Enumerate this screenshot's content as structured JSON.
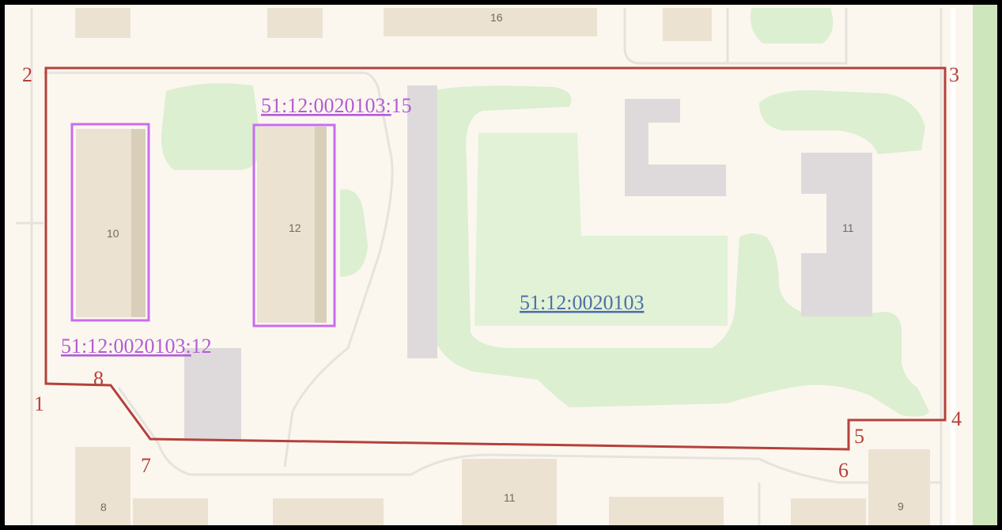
{
  "parcel_labels": {
    "quarter": "51:12:0020103",
    "parcel_15": "51:12:0020103:15",
    "parcel_12": "51:12:0020103:12"
  },
  "parcel_labels_underlined": {
    "parcel_15": "51:12:0020103:",
    "parcel_12": "51:12:0020103:"
  },
  "parcel_labels_suffix": {
    "parcel_15": "15",
    "parcel_12": "12"
  },
  "vertices": [
    "1",
    "2",
    "3",
    "4",
    "5",
    "6",
    "7",
    "8"
  ],
  "buildings": {
    "b10": "10",
    "b12": "12",
    "b11_inner": "11",
    "b16": "16",
    "b8": "8",
    "b11_bottom": "11",
    "b9": "9"
  },
  "colors": {
    "boundary": "#b5413b",
    "parcel_outline": "#c86cf2",
    "quarter_text": "#4e6fa8",
    "parcel_text": "#b35bd7",
    "background": "#fbf7ef",
    "green": "#dcefd0",
    "building": "#ece2d1",
    "parking": "#dedadc"
  }
}
